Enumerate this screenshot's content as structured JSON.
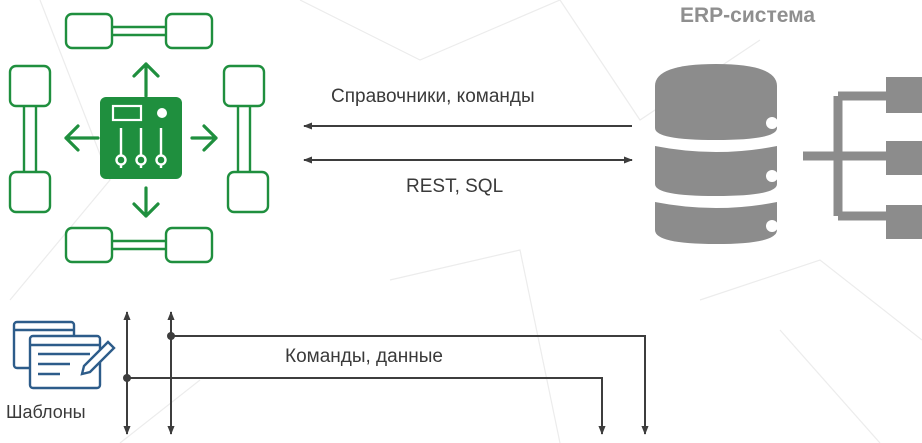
{
  "erp_system": {
    "title": "ERP-система"
  },
  "connections": {
    "directories_commands": "Справочники, команды",
    "rest_sql": "REST, SQL",
    "commands_data": "Команды, данные"
  },
  "templates": {
    "label": "Шаблоны"
  },
  "colors": {
    "accent_green": "#1f8f3e",
    "db_gray": "#8c8c8c",
    "line_dark": "#3d3d3d",
    "background_pattern": "#e9e9e9"
  }
}
